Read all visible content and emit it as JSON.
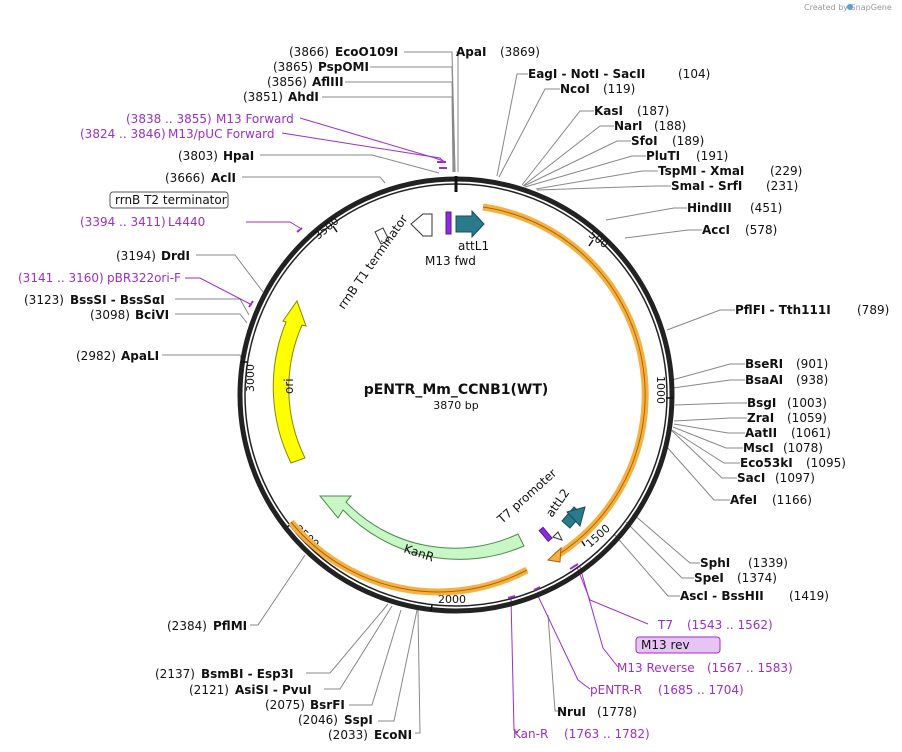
{
  "credit": "Created by SnapGene",
  "plasmid": {
    "name": "pENTR_Mm_CCNB1(WT)",
    "length_label": "3870 bp",
    "length": 3870
  },
  "ticks": [
    "500",
    "1000",
    "1500",
    "2000",
    "2500",
    "3000",
    "3500"
  ],
  "colors": {
    "backbone": "#222222",
    "orange": "#f5b041",
    "kanr": "#c8f7c5",
    "ori": "#ffff00",
    "attl": "#2a7a8c",
    "primer": "#9b2fc7"
  },
  "features": {
    "attL1": "attL1",
    "m13fwd": "M13 fwd",
    "rrnb_t1": "rrnB T1 terminator",
    "rrnb_t2": "rrnB T2 terminator",
    "ori": "ori",
    "kanr": "KanR",
    "t7promoter": "T7 promoter",
    "attL2": "attL2",
    "m13rev": "M13 rev"
  },
  "enzymes": [
    {
      "pos": "(3866)",
      "name": "EcoO109I"
    },
    {
      "pos": "(3865)",
      "name": "PspOMI"
    },
    {
      "pos": "(3856)",
      "name": "AflIII"
    },
    {
      "pos": "(3851)",
      "name": "AhdI"
    },
    {
      "pos": "(3803)",
      "name": "HpaI"
    },
    {
      "pos": "(3666)",
      "name": "AclI"
    },
    {
      "pos": "(3194)",
      "name": "DrdI"
    },
    {
      "pos": "(3123)",
      "name": "BssSI - BssSαI"
    },
    {
      "pos": "(3098)",
      "name": "BciVI"
    },
    {
      "pos": "(2982)",
      "name": "ApaLI"
    },
    {
      "pos": "(2384)",
      "name": "PflMI"
    },
    {
      "pos": "(2137)",
      "name": "BsmBI - Esp3I"
    },
    {
      "pos": "(2121)",
      "name": "AsiSI - PvuI"
    },
    {
      "pos": "(2075)",
      "name": "BsrFI"
    },
    {
      "pos": "(2046)",
      "name": "SspI"
    },
    {
      "pos": "(2033)",
      "name": "EcoNI"
    },
    {
      "pos": "(3869)",
      "name": "ApaI"
    },
    {
      "pos": "(104)",
      "name": "EagI - NotI - SacII"
    },
    {
      "pos": "(119)",
      "name": "NcoI"
    },
    {
      "pos": "(187)",
      "name": "KasI"
    },
    {
      "pos": "(188)",
      "name": "NarI"
    },
    {
      "pos": "(189)",
      "name": "SfoI"
    },
    {
      "pos": "(191)",
      "name": "PluTI"
    },
    {
      "pos": "(229)",
      "name": "TspMI - XmaI"
    },
    {
      "pos": "(231)",
      "name": "SmaI - SrfI"
    },
    {
      "pos": "(451)",
      "name": "HindIII"
    },
    {
      "pos": "(578)",
      "name": "AccI"
    },
    {
      "pos": "(789)",
      "name": "PflFI - Tth111I"
    },
    {
      "pos": "(901)",
      "name": "BseRI"
    },
    {
      "pos": "(938)",
      "name": "BsaAI"
    },
    {
      "pos": "(1003)",
      "name": "BsgI"
    },
    {
      "pos": "(1059)",
      "name": "ZraI"
    },
    {
      "pos": "(1061)",
      "name": "AatII"
    },
    {
      "pos": "(1078)",
      "name": "MscI"
    },
    {
      "pos": "(1095)",
      "name": "Eco53kI"
    },
    {
      "pos": "(1097)",
      "name": "SacI"
    },
    {
      "pos": "(1166)",
      "name": "AfeI"
    },
    {
      "pos": "(1339)",
      "name": "SphI"
    },
    {
      "pos": "(1374)",
      "name": "SpeI"
    },
    {
      "pos": "(1419)",
      "name": "AscI - BssHII"
    },
    {
      "pos": "(1778)",
      "name": "NruI"
    }
  ],
  "primers": [
    {
      "range": "(3838 .. 3855)",
      "name": "M13 Forward"
    },
    {
      "range": "(3824 .. 3846)",
      "name": "M13/pUC Forward"
    },
    {
      "range": "(3394 .. 3411)",
      "name": "L4440"
    },
    {
      "range": "(3141 .. 3160)",
      "name": "pBR322ori-F"
    },
    {
      "range": "(1543 .. 1562)",
      "name": "T7"
    },
    {
      "range": "(1567 .. 1583)",
      "name": "M13 Reverse"
    },
    {
      "range": "(1685 .. 1704)",
      "name": "pENTR-R"
    },
    {
      "range": "(1763 .. 1782)",
      "name": "Kan-R"
    }
  ]
}
